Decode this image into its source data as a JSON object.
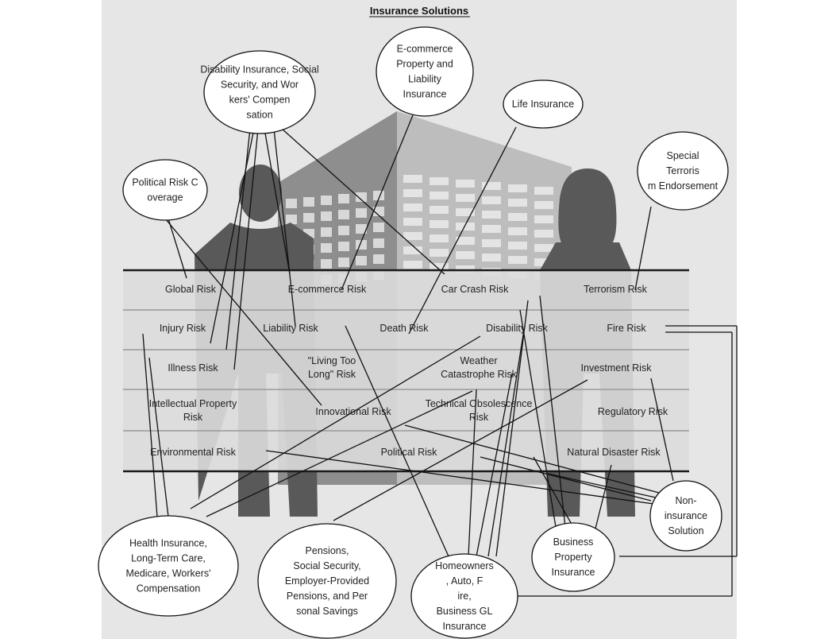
{
  "title": "Insurance Solutions",
  "risks": [
    {
      "id": "global",
      "text": "Global Risk"
    },
    {
      "id": "ecommerce",
      "text": "E-commerce Risk"
    },
    {
      "id": "carcrash",
      "text": "Car Crash Risk"
    },
    {
      "id": "terrorism",
      "text": "Terrorism Risk"
    },
    {
      "id": "injury",
      "text": "Injury Risk"
    },
    {
      "id": "liability",
      "text": "Liability Risk"
    },
    {
      "id": "death",
      "text": "Death Risk"
    },
    {
      "id": "disability",
      "text": "Disability Risk"
    },
    {
      "id": "fire",
      "text": "Fire Risk"
    },
    {
      "id": "illness",
      "text": "Illness Risk"
    },
    {
      "id": "living_long",
      "text": "\"Living Too Long\" Risk"
    },
    {
      "id": "weather",
      "text": "Weather Catastrophe Risk"
    },
    {
      "id": "investment",
      "text": "Investment Risk"
    },
    {
      "id": "ip",
      "text": "Intellectual Property Risk"
    },
    {
      "id": "innovational",
      "text": "Innovational Risk"
    },
    {
      "id": "tech",
      "text": "Technical Obsolescence Risk"
    },
    {
      "id": "regulatory",
      "text": "Regulatory Risk"
    },
    {
      "id": "environmental",
      "text": "Environmental Risk"
    },
    {
      "id": "political",
      "text": "Political Risk"
    },
    {
      "id": "natural",
      "text": "Natural Disaster Risk"
    }
  ],
  "solutions": [
    {
      "id": "disability_ins",
      "text": "Disability Insurance, Social Security, and Workers' Compensation"
    },
    {
      "id": "ecommerce_ins",
      "text": "E-commerce Property and Liability Insurance"
    },
    {
      "id": "life_ins",
      "text": "Life Insurance"
    },
    {
      "id": "political_cov",
      "text": "Political Risk Coverage"
    },
    {
      "id": "terrorism_end",
      "text": "Special Terrorism Endorsement"
    },
    {
      "id": "health_ins",
      "text": "Health Insurance, Long-Term Care, Medicare, Workers' Compensation"
    },
    {
      "id": "pensions",
      "text": "Pensions, Social Security, Employer-Provided Pensions, and Personal Savings"
    },
    {
      "id": "homeowners",
      "text": "Homeowners, Auto, Fire, Business GL Insurance"
    },
    {
      "id": "business_prop",
      "text": "Business Property Insurance"
    },
    {
      "id": "non_insurance",
      "text": "Non-insurance Solution"
    }
  ]
}
